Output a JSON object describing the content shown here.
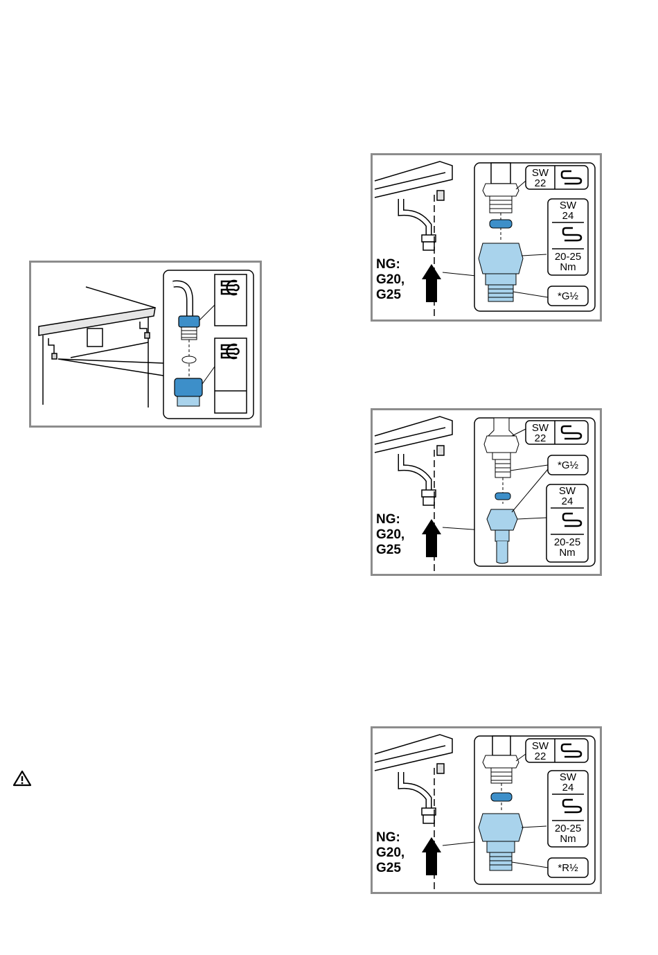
{
  "figures": {
    "fig2": {
      "sw_top": "SW",
      "sw_top_num": "22",
      "sw_mid": "SW",
      "sw_mid_num": "24",
      "torque_a": "20-25",
      "torque_b": "Nm",
      "thread": "*G½",
      "gas_a": "NG:",
      "gas_b": "G20,",
      "gas_c": "G25"
    },
    "fig3": {
      "sw_top": "SW",
      "sw_top_num": "22",
      "thread": "*G½",
      "sw_mid": "SW",
      "sw_mid_num": "24",
      "torque_a": "20-25",
      "torque_b": "Nm",
      "gas_a": "NG:",
      "gas_b": "G20,",
      "gas_c": "G25"
    },
    "fig4": {
      "sw_top": "SW",
      "sw_top_num": "22",
      "sw_mid": "SW",
      "sw_mid_num": "24",
      "torque_a": "20-25",
      "torque_b": "Nm",
      "thread": "*R½",
      "gas_a": "NG:",
      "gas_b": "G20,",
      "gas_c": "G25"
    }
  },
  "colors": {
    "fitting_blue": "#a9d3ec",
    "fitting_dark_blue": "#3d8fc9",
    "frame_gray": "#8c8c8c"
  },
  "icons": {
    "tool": "wrench-icon",
    "torque": "torque-wrench-icon",
    "warning": "warning-triangle-icon"
  }
}
